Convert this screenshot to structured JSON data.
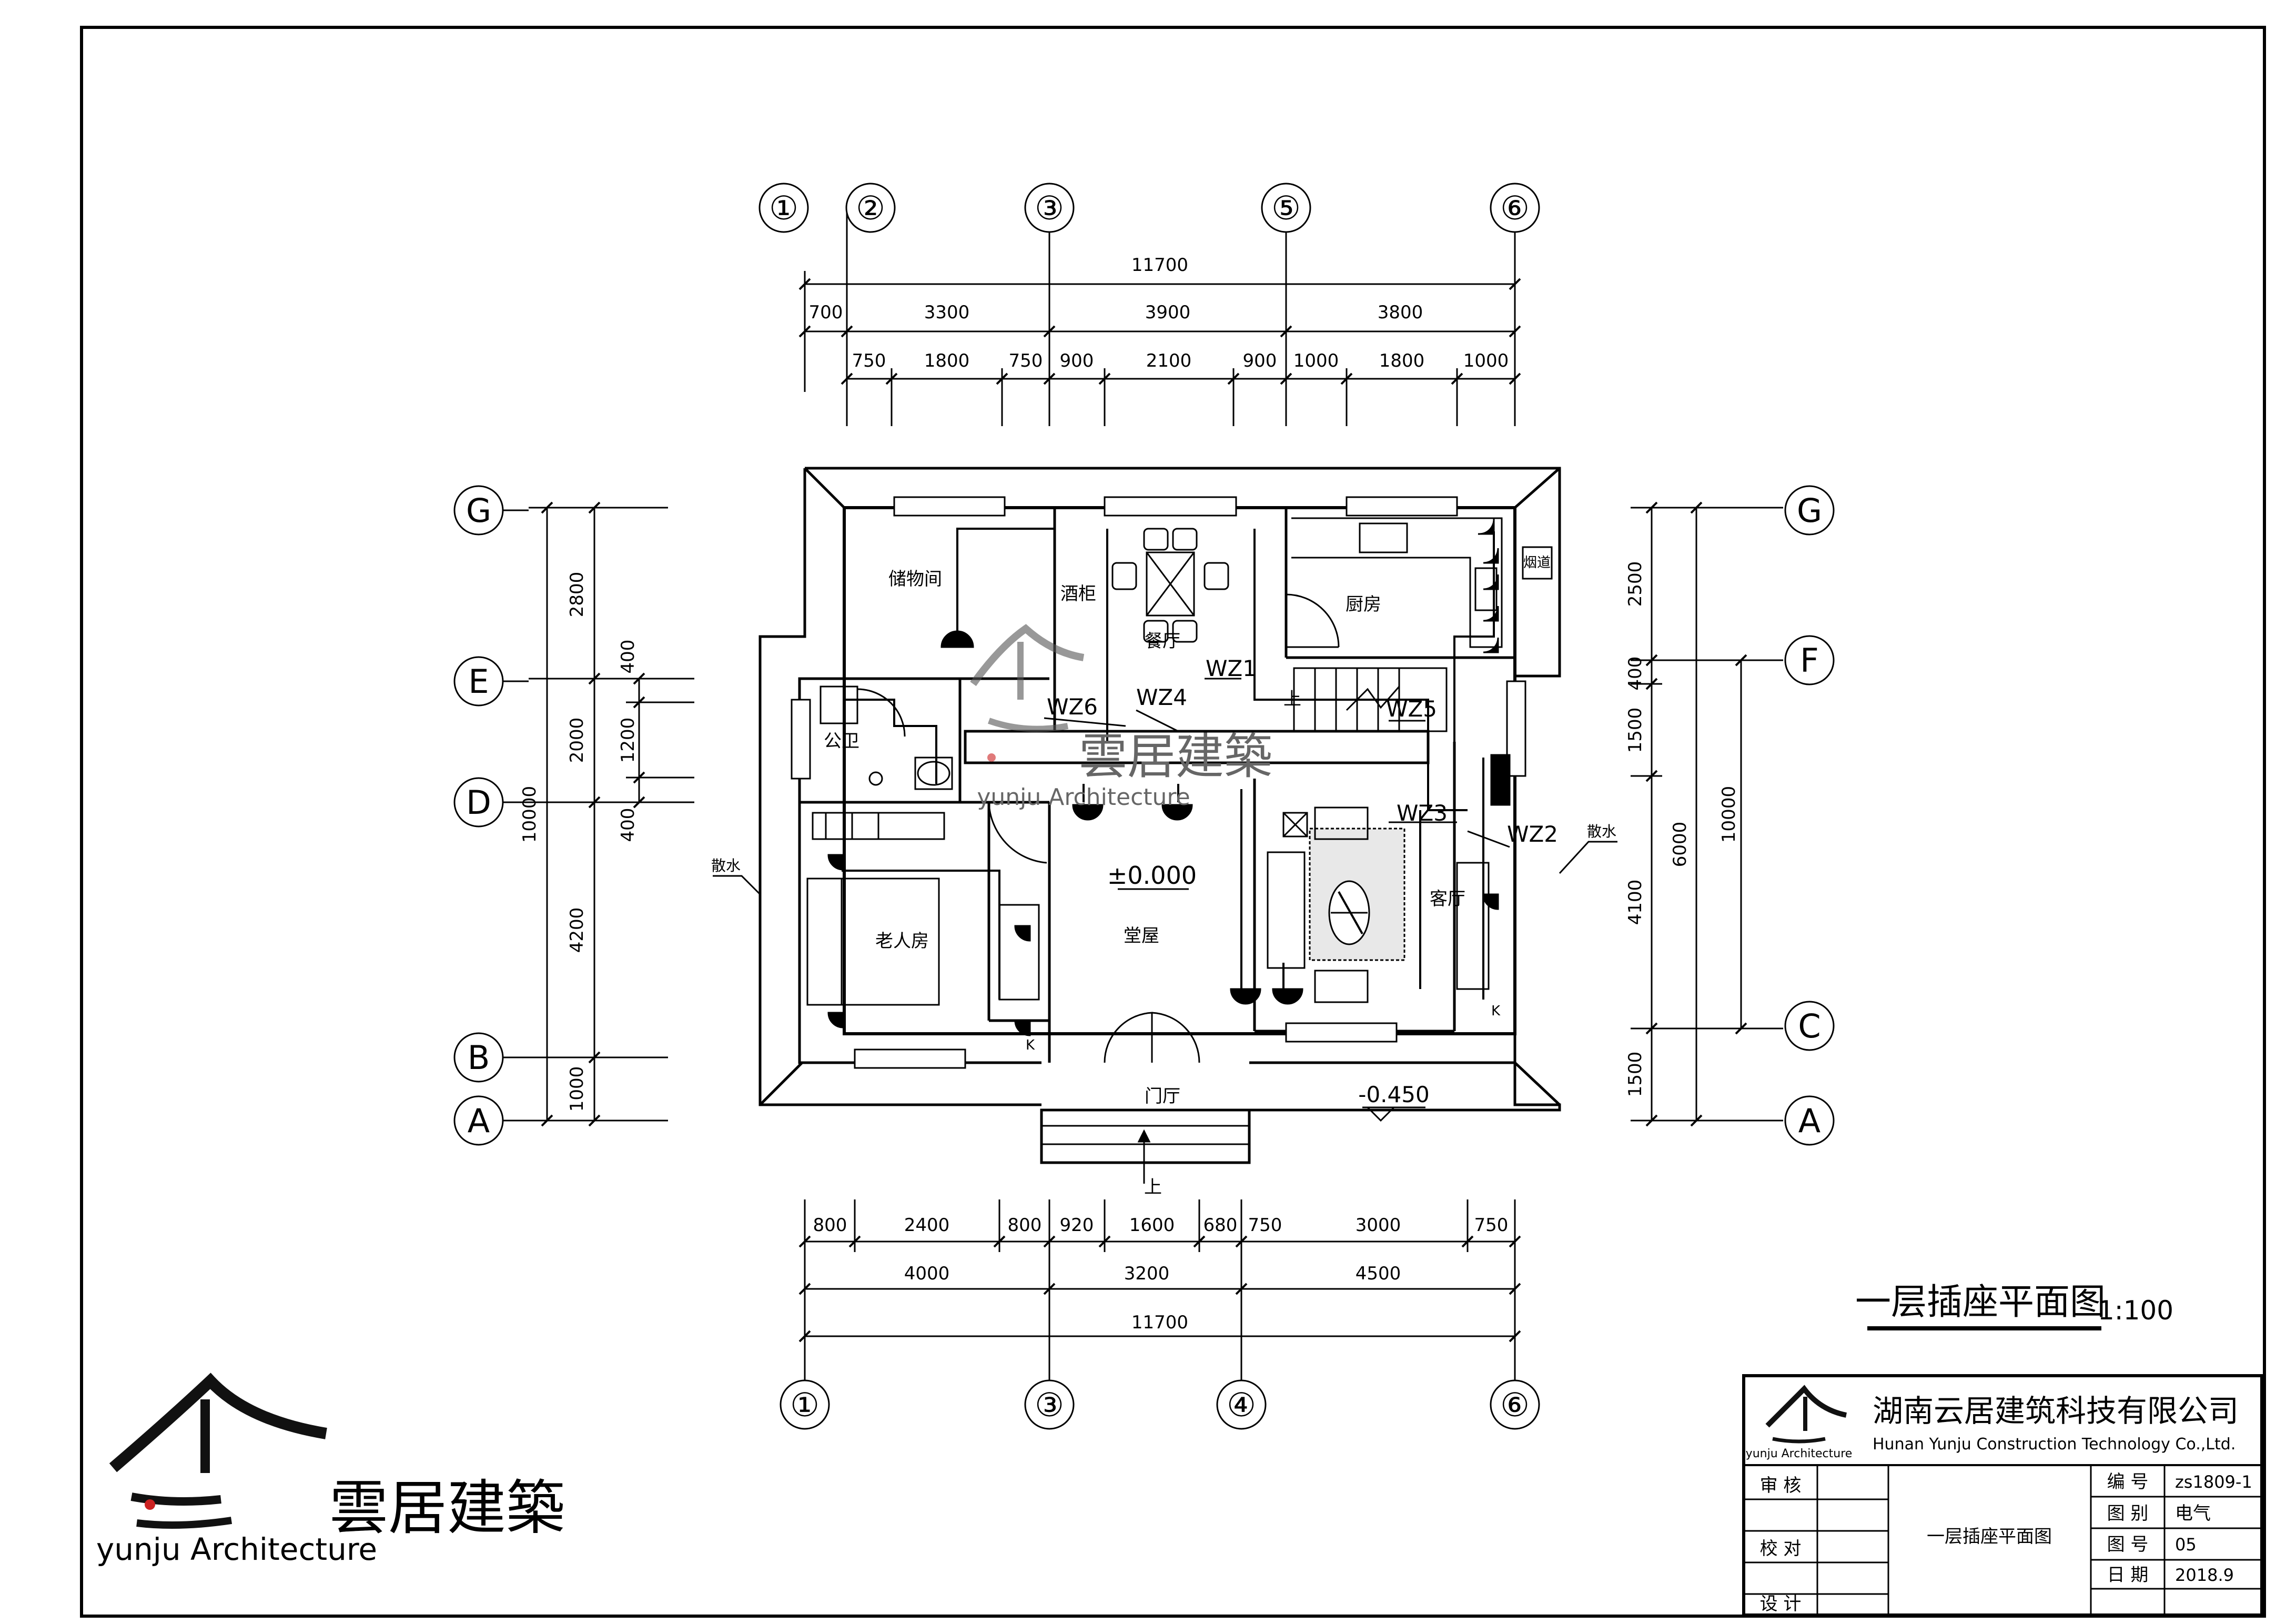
{
  "drawing": {
    "title": "一层插座平面图",
    "scale": "1:100",
    "level_zero": "±0.000",
    "level_outdoor": "-0.450",
    "drain_label": "散水",
    "entry_arrow_label": "上"
  },
  "rooms": {
    "storage": "储物间",
    "wine_cabinet": "酒柜",
    "dining": "餐厅",
    "kitchen": "厨房",
    "flue": "烟道",
    "bath": "公卫",
    "elder_room": "老人房",
    "hall": "堂屋",
    "living": "客厅",
    "porch": "门厅",
    "stair_up": "上"
  },
  "circuits": [
    "WZ1",
    "WZ2",
    "WZ3",
    "WZ4",
    "WZ5",
    "WZ6"
  ],
  "outlet_tag": "K",
  "axes": {
    "top": [
      "①",
      "②",
      "③",
      "⑤",
      "⑥"
    ],
    "bottom": [
      "①",
      "③",
      "④",
      "⑥"
    ],
    "left": [
      "G",
      "E",
      "D",
      "B",
      "A"
    ],
    "right": [
      "G",
      "F",
      "C",
      "A"
    ]
  },
  "dimensions": {
    "top_total": "11700",
    "top_row1": [
      "700",
      "3300",
      "3900",
      "3800"
    ],
    "top_row2": [
      "750",
      "1800",
      "750",
      "900",
      "2100",
      "900",
      "1000",
      "1800",
      "1000"
    ],
    "bottom_row1": [
      "800",
      "2400",
      "800",
      "920",
      "1600",
      "680",
      "750",
      "3000",
      "750"
    ],
    "bottom_row2": [
      "4000",
      "3200",
      "4500"
    ],
    "bottom_total": "11700",
    "left_outer": "10000",
    "left_inner": [
      "2800",
      "2000",
      "4200",
      "1000"
    ],
    "left_small": [
      "400",
      "1200",
      "400"
    ],
    "right_outer": "10000",
    "right_mid": [
      "6000"
    ],
    "right_inner": [
      "2500",
      "1500",
      "4100",
      "1500"
    ],
    "right_small": [
      "400"
    ]
  },
  "title_block": {
    "company_cn": "湖南云居建筑科技有限公司",
    "company_en": "Hunan Yunju Construction Technology Co.,Ltd.",
    "logo_small_text": "yunju Architecture",
    "review_label": "审  核",
    "check_label": "校  对",
    "design_label": "设  计",
    "drawing_name": "一层插座平面图",
    "number_label": "编  号",
    "number_value": "zs1809-1",
    "category_label": "图  别",
    "category_value": "电气",
    "sheet_label": "图  号",
    "sheet_value": "05",
    "date_label": "日  期",
    "date_value": "2018.9"
  },
  "logo": {
    "cn": "雲居建築",
    "en": "yunju Architecture"
  }
}
